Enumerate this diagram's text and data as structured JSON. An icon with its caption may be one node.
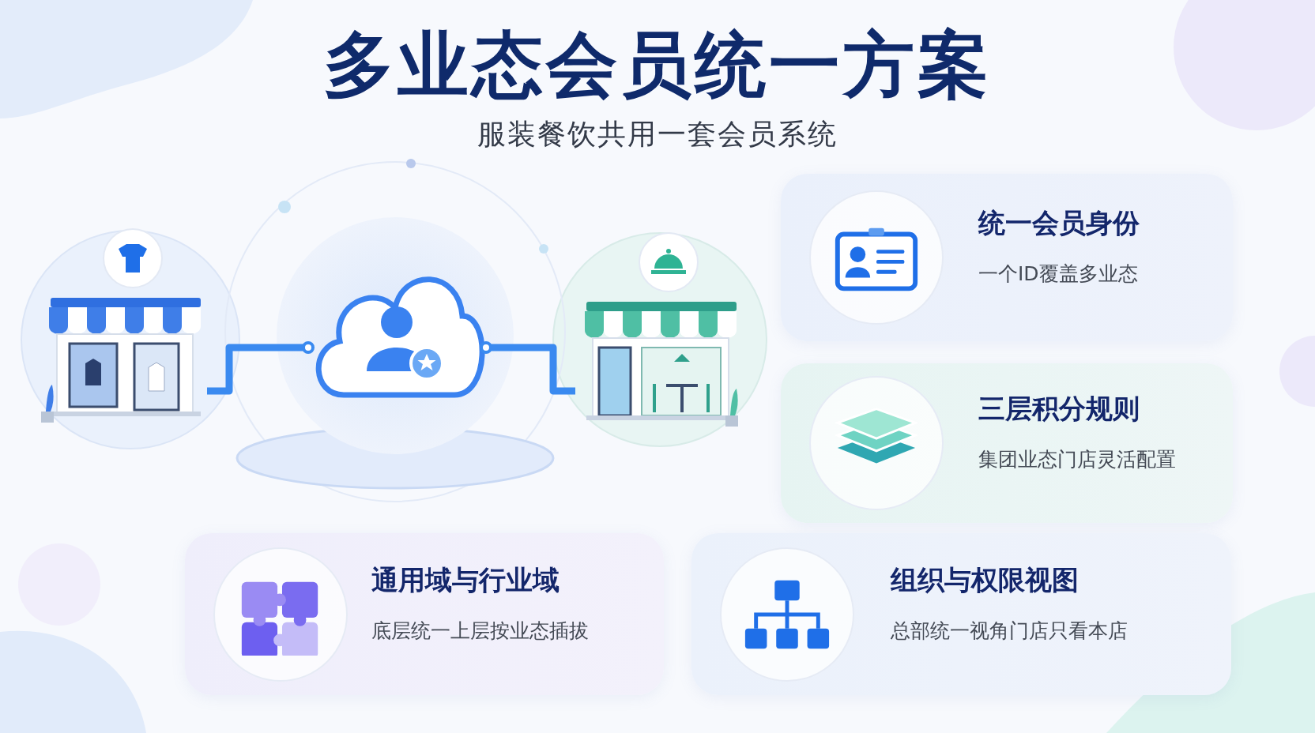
{
  "diagram": {
    "title": "多业态会员统一方案",
    "nodes": [
      {
        "text": [],
        "shape": "picture"
      },
      {
        "text": [],
        "shape": "picture"
      },
      {
        "text": [],
        "shape": "picture"
      },
      {
        "text": [
          "统一会员身份",
          "一个ID覆盖多业态"
        ]
      },
      {
        "text": [
          "三层积分规则",
          "集团业态门店灵活配置"
        ]
      },
      {
        "text": [
          "通用域与行业域",
          "底层统一上层按业态插拔"
        ]
      },
      {
        "text": [
          "组织与权限视图",
          "总部统一视角门店只看本店"
        ]
      }
    ],
    "edges": [
      {
        "from": 0,
        "to": 1,
        "arrow": "other"
      },
      {
        "from": 2,
        "to": 1,
        "arrow": "other"
      }
    ],
    "labels": [
      "服装餐饮共用一套会员系统"
    ]
  }
}
